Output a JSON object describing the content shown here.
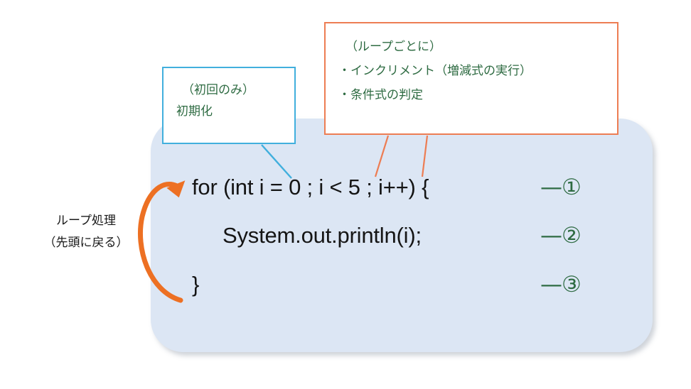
{
  "diagram": {
    "title": "Java for-loop explanation diagram",
    "background_color": "#ffffff"
  },
  "code_panel": {
    "fill_color": "#DCE6F4",
    "lines": [
      {
        "text": "for (int i = 0 ; i < 5 ; i++) {",
        "marker": "—①"
      },
      {
        "text": "System.out.println(i);",
        "marker": "—②"
      },
      {
        "text": "}",
        "marker": "—③"
      }
    ]
  },
  "callout_init": {
    "border_color": "#41AFDD",
    "text_color": "#2E6B42",
    "line1": "（初回のみ）",
    "line2": "初期化"
  },
  "callout_loop": {
    "border_color": "#ED7D53",
    "text_color": "#2E6B42",
    "line1": "（ループごとに）",
    "line2": "・インクリメント（増減式の実行）",
    "line3": "・条件式の判定"
  },
  "loop_label": {
    "line1": "ループ処理",
    "line2": "（先頭に戻る）",
    "arrow_color": "#ED7023"
  },
  "colors": {
    "panel_fill": "#DCE6F4",
    "blue_accent": "#41AFDD",
    "orange_accent": "#ED7D53",
    "orange_arrow": "#ED7023",
    "green_text": "#2E6B42",
    "code_text": "#151515"
  }
}
